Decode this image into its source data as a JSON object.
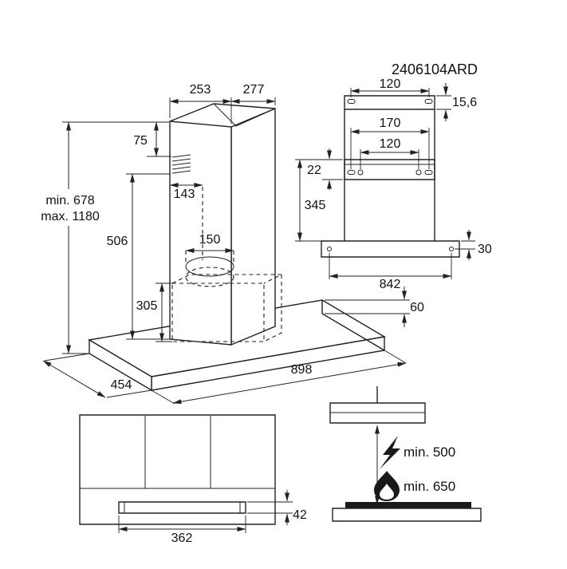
{
  "product_code": "2406104ARD",
  "main_view": {
    "chimney_width": "253",
    "chimney_depth": "277",
    "grille_offset": "75",
    "duct_offset": "143",
    "height_min": "min. 678",
    "height_max": "max. 1180",
    "chimney_height": "506",
    "duct_diameter": "150",
    "motor_box_height": "305",
    "canopy_depth": "454",
    "canopy_width": "898",
    "canopy_thickness": "60"
  },
  "rear_view": {
    "top_bracket_hole_spacing": "120",
    "top_bracket_height": "15,6",
    "wall_bracket_outer_spacing": "170",
    "wall_bracket_inner_spacing": "120",
    "wall_bracket_height": "22",
    "bracket_to_canopy": "345",
    "canopy_screw_spacing": "842",
    "screw_edge_offset": "30"
  },
  "front_view": {
    "vent_panel_width": "362",
    "vent_panel_height": "42"
  },
  "clearance_view": {
    "electric_hob_clearance": "min. 500",
    "gas_hob_clearance": "min. 650"
  }
}
